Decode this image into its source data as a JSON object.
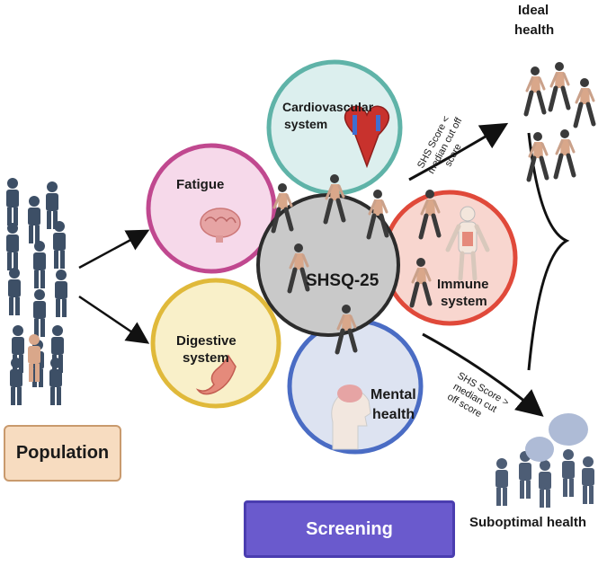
{
  "population_label": "Population",
  "screening_label": "Screening",
  "center_label": "SHSQ-25",
  "domains": {
    "fatigue": "Fatigue",
    "cardio_line1": "Cardiovascular",
    "cardio_line2": "system",
    "immune_line1": "Immune",
    "immune_line2": "system",
    "mental_line1": "Mental",
    "mental_line2": "health",
    "digestive_line1": "Digestive",
    "digestive_line2": "system"
  },
  "outcomes": {
    "ideal_line1": "Ideal",
    "ideal_line2": "health",
    "suboptimal": "Suboptimal health"
  },
  "thresholds": {
    "upper_line1": "SHS Score <",
    "upper_line2": "median cut off",
    "upper_line3": "score",
    "lower_line1": "SHS Score >",
    "lower_line2": "median cut",
    "lower_line3": "off score"
  },
  "colors": {
    "fatigue_fill": "#f6d9ea",
    "fatigue_stroke": "#c0488f",
    "cardio_fill": "#dcefee",
    "cardio_stroke": "#5fb3a8",
    "immune_fill": "#f8d6cf",
    "immune_stroke": "#e0493a",
    "mental_fill": "#dde3f1",
    "mental_stroke": "#4a6cc4",
    "digestive_fill": "#f9f0c9",
    "digestive_stroke": "#e0b93a",
    "center_fill": "#c9c9c9",
    "center_stroke": "#2c2c2c"
  },
  "icons": [
    "brain-icon",
    "heart-icon",
    "immune-body-icon",
    "head-brain-icon",
    "stomach-icon",
    "person-walking-icon",
    "crowd-icon"
  ]
}
